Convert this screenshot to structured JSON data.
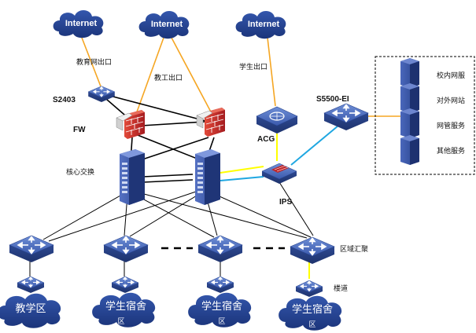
{
  "internet": {
    "edu": "Internet",
    "staff": "Internet",
    "student": "Internet"
  },
  "labels": {
    "edu_exit": "教育网出口",
    "staff_exit": "教工出口",
    "student_exit": "学生出口",
    "s2403": "S2403",
    "fw": "FW",
    "core": "核心交换",
    "acg": "ACG",
    "ips": "IPS",
    "s5500": "S5500-EI",
    "region_agg": "区域汇聚",
    "building": "楼道"
  },
  "servers": [
    "校内网服",
    "对外网站",
    "网管服务",
    "其他服务"
  ],
  "areas": {
    "teaching": "教学区",
    "dorm1": "学生宿舍",
    "dorm1_sub": "区",
    "dorm2": "学生宿舍",
    "dorm2_sub": "区",
    "dorm3": "学生宿舍",
    "dorm3_sub": "区"
  },
  "colors": {
    "orange_link": "#f5a623",
    "yellow_link": "#ffff00",
    "cyan_link": "#1fa7e1",
    "black_link": "#000000",
    "device_blue": "#3e5aa8",
    "cloud_blue": "#1f3f8f",
    "firewall_red": "#c0262a"
  },
  "icons": [
    "cloud-icon",
    "switch-icon",
    "firewall-icon",
    "core-switch-icon",
    "acg-icon",
    "ips-icon",
    "server-icon"
  ]
}
